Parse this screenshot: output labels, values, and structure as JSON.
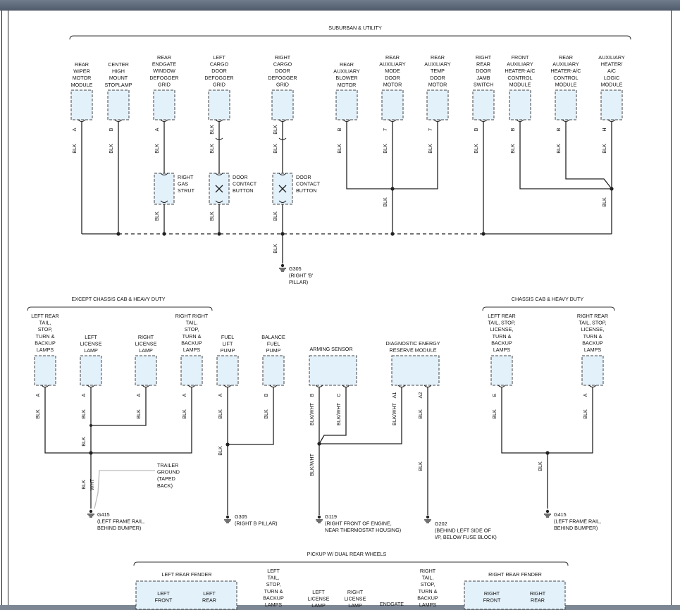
{
  "sections": {
    "suburban": "SUBURBAN & UTILITY",
    "except_chassis": "EXCEPT CHASSIS CAB & HEAVY DUTY",
    "chassis": "CHASSIS CAB & HEAVY DUTY",
    "pickup": "PICKUP W/ DUAL REAR WHEELS"
  },
  "top_components": [
    {
      "label": "REAR\nWIPER\nMOTOR\nMODULE",
      "pin": "A",
      "wire": "BLK"
    },
    {
      "label": "CENTER\nHIGH\nMOUNT\nSTOPLAMP",
      "pin": "B",
      "wire": "BLK"
    },
    {
      "label": "REAR\nENDGATE\nWINDOW\nDEFOGGER\nGRID",
      "pin": "A",
      "wire": "BLK"
    },
    {
      "label": "LEFT\nCARGO\nDOOR\nDEFOGGER\nGRID",
      "pin": "BLK",
      "wire": "BLK"
    },
    {
      "label": "RIGHT\nCARGO\nDOOR\nDEFOGGER\nGRID",
      "pin": "BLK",
      "wire": "BLK"
    },
    {
      "label": "REAR\nAUXILIARY\nBLOWER\nMOTOR",
      "pin": "B",
      "wire": "BLK"
    },
    {
      "label": "REAR\nAUXILIARY\nMODE\nDOOR\nMOTOR",
      "pin": "7",
      "wire": "BLK"
    },
    {
      "label": "REAR\nAUXILIARY\nTEMP\nDOOR\nMOTOR",
      "pin": "7",
      "wire": "BLK"
    },
    {
      "label": "RIGHT\nREAR\nDOOR\nJAMB\nSWITCH",
      "pin": "B",
      "wire": "BLK"
    },
    {
      "label": "FRONT\nAUXILIARY\nHEATER-A/C\nCONTROL\nMODULE",
      "pin": "B",
      "wire": "BLK"
    },
    {
      "label": "REAR\nAUXILIARY\nHEATER-A/C\nCONTROL\nMODULE",
      "pin": "B",
      "wire": "BLK"
    },
    {
      "label": "AUXILIARY\nHEATER/\nA/C\nLOGIC\nMODULE",
      "pin": "H",
      "wire": "BLK"
    }
  ],
  "inline_parts": [
    {
      "label": "RIGHT\nGAS\nSTRUT"
    },
    {
      "label": "DOOR\nCONTACT\nBUTTON"
    },
    {
      "label": "DOOR\nCONTACT\nBUTTON"
    }
  ],
  "top_extra_wires": [
    "BLK",
    "BLK",
    "BLK",
    "BLK",
    "BLK"
  ],
  "top_ground": {
    "wire": "BLK",
    "label": "G305\n(RIGHT 'B'\nPILLAR)"
  },
  "mid_components": [
    {
      "label": "LEFT REAR\nTAIL,\nSTOP,\nTURN &\nBACKUP\nLAMPS",
      "pin": "A",
      "wire": "BLK"
    },
    {
      "label": "LEFT\nLICENSE\nLAMP",
      "pin": "A",
      "wire": "BLK"
    },
    {
      "label": "RIGHT\nLICENSE\nLAMP",
      "pin": "A",
      "wire": "BLK"
    },
    {
      "label": "RIGHT RIGHT\nTAIL,\nSTOP,\nTURN &\nBACKUP\nLAMPS",
      "pin": "A",
      "wire": "BLK"
    },
    {
      "label": "FUEL\nLIFT\nPUMP",
      "pin": "A",
      "wire": "BLK"
    },
    {
      "label": "BALANCE\nFUEL\nPUMP",
      "pin": "B",
      "wire": "BLK"
    },
    {
      "label": "LEFT REAR\nTAIL, STOP,\nLICENSE,\nTURN &\nBACKUP\nLAMPS",
      "pin": "E",
      "wire": "BLK"
    },
    {
      "label": "RIGHT REAR\nTAIL, STOP,\nLICENSE,\nTURN &\nBACKUP\nLAMPS",
      "pin": "A",
      "wire": "BLK"
    }
  ],
  "arming_sensor": {
    "label": "ARMING SENSOR",
    "pins": [
      "B",
      "C"
    ],
    "wires": [
      "BLK/WHT",
      "BLK/WHT"
    ]
  },
  "derm": {
    "label": "DIAGNOSTIC ENERGY\nRESERVE MODULE",
    "pins": [
      "A1",
      "A2"
    ],
    "wires": [
      "BLK/WHT",
      "BLK"
    ]
  },
  "mid_wires": {
    "left_trunk": "BLK",
    "left_lower": "BLK",
    "left_lower2": "WHT",
    "fuel": "BLK",
    "arming": "BLK/WHT",
    "derm": "BLK",
    "chassis": "BLK"
  },
  "trailer_ground": "TRAILER\nGROUND\n(TAPED\nBACK)",
  "grounds": [
    {
      "label": "G415\n(LEFT FRAME RAIL,\nBEHIND BUMPER)"
    },
    {
      "label": "G305\n(RIGHT B PILLAR)"
    },
    {
      "label": "G119\n(RIGHT FRONT OF ENGINE,\nNEAR THERMOSTAT HOUSING)"
    },
    {
      "label": "G202\n(BEHIND LEFT SIDE OF\nI/P, BELOW FUSE BLOCK)"
    },
    {
      "label": "G415\n(LEFT FRAME RAIL,\nBEHIND BUMPER)"
    }
  ],
  "bottom": {
    "left_fender": "LEFT REAR FENDER",
    "right_fender": "RIGHT REAR FENDER",
    "labels": [
      "LEFT\nTAIL,\nSTOP,\nTURN &\nBACKUP\nLAMPS",
      "LEFT\nLICENSE\nLAMP",
      "RIGHT\nLICENSE\nLAMP",
      "ENDGATE",
      "RIGHT\nTAIL,\nSTOP,\nTURN &\nBACKUP\nLAMPS"
    ],
    "box_labels": [
      "LEFT\nFRONT",
      "LEFT\nREAR",
      "RIGHT\nFRONT",
      "RIGHT\nREAR"
    ]
  },
  "colors": {
    "component_fill": "#e3f1fb",
    "line": "#222222",
    "frame_bar": "#5c6878"
  }
}
